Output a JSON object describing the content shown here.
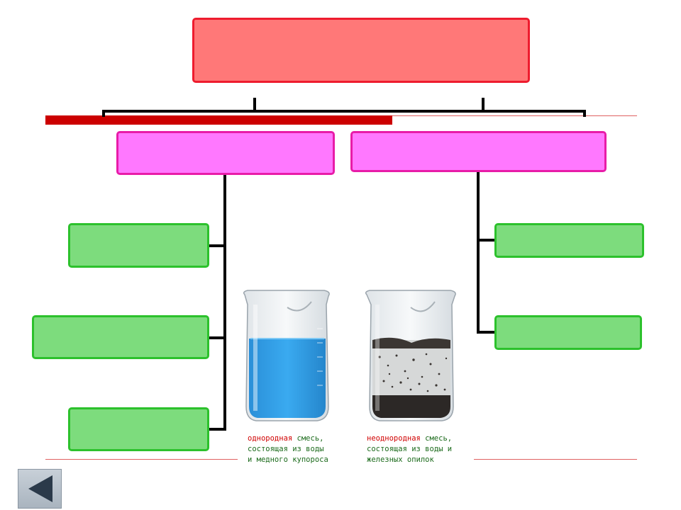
{
  "captions": {
    "left": {
      "keyword": "однородная",
      "line1_rest": " смесь,",
      "line2": "состоящая из воды",
      "line3": "и медного купороса"
    },
    "right": {
      "keyword": "неоднородная",
      "line1_rest": " смесь,",
      "line2": "состоящая из воды и",
      "line3": "железных опилок"
    }
  },
  "colors": {
    "red_box": "#ff7878",
    "pink_box": "#ff78ff",
    "green_box": "#7ddc7d",
    "solution_blue": "#2f9fe6",
    "accent_bar": "#cc0000"
  },
  "nav": {
    "back_icon": "triangle-left-icon"
  }
}
